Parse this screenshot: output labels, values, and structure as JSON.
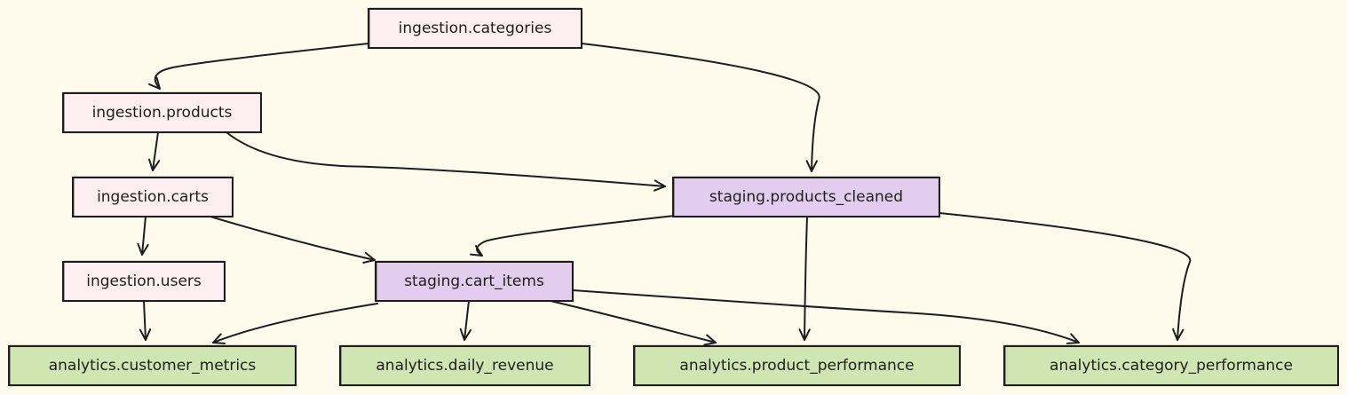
{
  "colors": {
    "background": "#fffbec",
    "ingestion": "#fdeef1",
    "staging": "#e3cdef",
    "analytics": "#cfe6b3",
    "stroke": "#1e1e1e"
  },
  "nodes": [
    {
      "id": "ingestion_categories",
      "label": "ingestion.categories",
      "layer": "ingestion"
    },
    {
      "id": "ingestion_products",
      "label": "ingestion.products",
      "layer": "ingestion"
    },
    {
      "id": "ingestion_carts",
      "label": "ingestion.carts",
      "layer": "ingestion"
    },
    {
      "id": "ingestion_users",
      "label": "ingestion.users",
      "layer": "ingestion"
    },
    {
      "id": "staging_products_cleaned",
      "label": "staging.products_cleaned",
      "layer": "staging"
    },
    {
      "id": "staging_cart_items",
      "label": "staging.cart_items",
      "layer": "staging"
    },
    {
      "id": "analytics_customer_metrics",
      "label": "analytics.customer_metrics",
      "layer": "analytics"
    },
    {
      "id": "analytics_daily_revenue",
      "label": "analytics.daily_revenue",
      "layer": "analytics"
    },
    {
      "id": "analytics_product_performance",
      "label": "analytics.product_performance",
      "layer": "analytics"
    },
    {
      "id": "analytics_category_performance",
      "label": "analytics.category_performance",
      "layer": "analytics"
    }
  ],
  "edges": [
    {
      "from": "ingestion_categories",
      "to": "ingestion_products"
    },
    {
      "from": "ingestion_categories",
      "to": "staging_products_cleaned"
    },
    {
      "from": "ingestion_products",
      "to": "ingestion_carts"
    },
    {
      "from": "ingestion_products",
      "to": "staging_products_cleaned"
    },
    {
      "from": "ingestion_carts",
      "to": "ingestion_users"
    },
    {
      "from": "ingestion_carts",
      "to": "staging_cart_items"
    },
    {
      "from": "staging_products_cleaned",
      "to": "staging_cart_items"
    },
    {
      "from": "staging_products_cleaned",
      "to": "analytics_product_performance"
    },
    {
      "from": "staging_products_cleaned",
      "to": "analytics_category_performance"
    },
    {
      "from": "ingestion_users",
      "to": "analytics_customer_metrics"
    },
    {
      "from": "staging_cart_items",
      "to": "analytics_customer_metrics"
    },
    {
      "from": "staging_cart_items",
      "to": "analytics_daily_revenue"
    },
    {
      "from": "staging_cart_items",
      "to": "analytics_product_performance"
    },
    {
      "from": "staging_cart_items",
      "to": "analytics_category_performance"
    }
  ]
}
